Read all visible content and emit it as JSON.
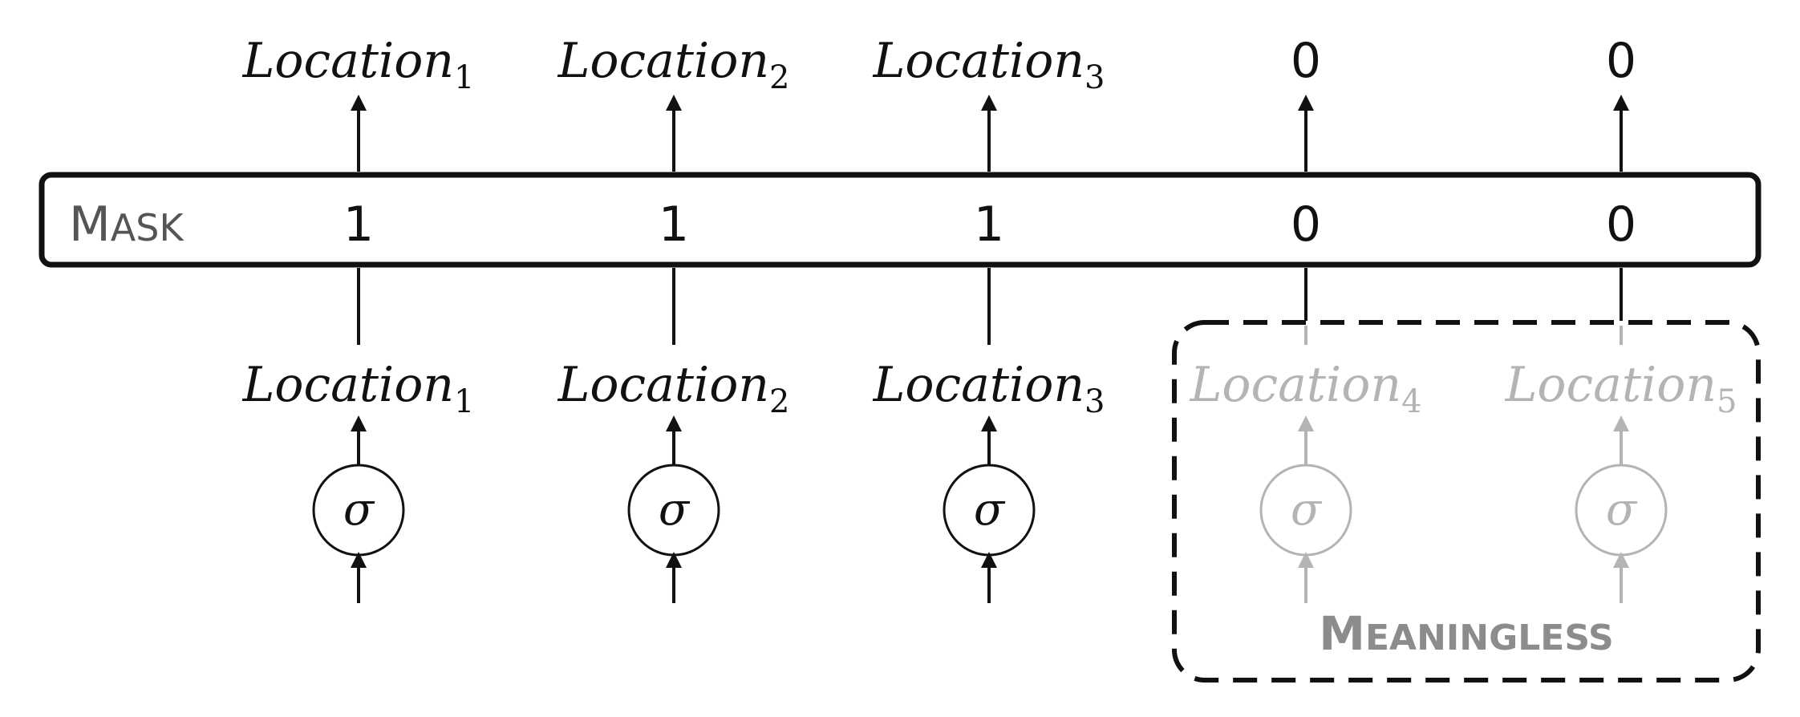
{
  "mask": {
    "title_cap": "M",
    "title_rest": "ASK",
    "values": [
      "1",
      "1",
      "1",
      "0",
      "0"
    ]
  },
  "outputs": [
    {
      "base": "Location",
      "sub": "1",
      "active": true
    },
    {
      "base": "Location",
      "sub": "2",
      "active": true
    },
    {
      "base": "Location",
      "sub": "3",
      "active": true
    },
    {
      "base": "",
      "sub": "",
      "zero": "0",
      "active": true
    },
    {
      "base": "",
      "sub": "",
      "zero": "0",
      "active": true
    }
  ],
  "inputs": [
    {
      "base": "Location",
      "sub": "1",
      "active": true
    },
    {
      "base": "Location",
      "sub": "2",
      "active": true
    },
    {
      "base": "Location",
      "sub": "3",
      "active": true
    },
    {
      "base": "Location",
      "sub": "4",
      "active": false
    },
    {
      "base": "Location",
      "sub": "5",
      "active": false
    }
  ],
  "sigma_symbol": "σ",
  "meaningless_region": {
    "label_cap": "M",
    "label_rest": "EANINGLESS"
  },
  "colors": {
    "active": "#111111",
    "inactive": "#b4b4b4",
    "meaningless_label": "#8c8c8c",
    "mask_title": "#555555"
  }
}
